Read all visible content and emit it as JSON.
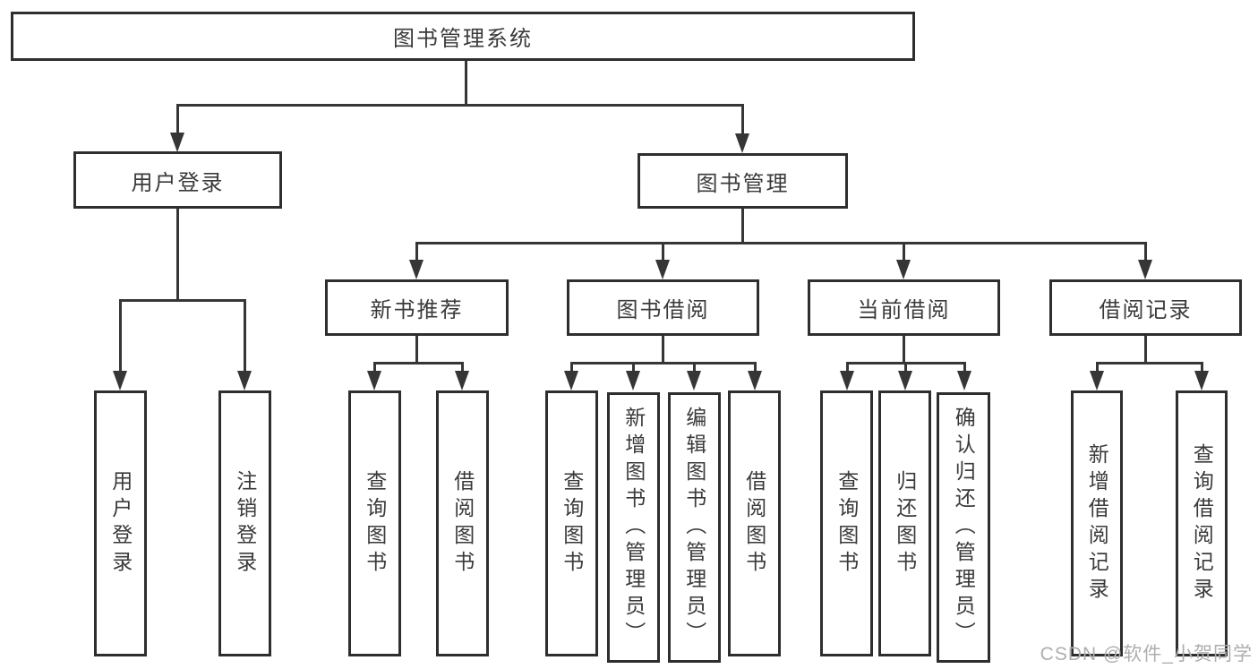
{
  "diagram": {
    "title": "图书管理系统",
    "branches": [
      {
        "label": "用户登录",
        "children": [
          {
            "label": "用户登录"
          },
          {
            "label": "注销登录"
          }
        ]
      },
      {
        "label": "图书管理",
        "children": [
          {
            "label": "新书推荐",
            "children": [
              {
                "label": "查询图书"
              },
              {
                "label": "借阅图书"
              }
            ]
          },
          {
            "label": "图书借阅",
            "children": [
              {
                "label": "查询图书"
              },
              {
                "label": "新增图书（管理员）"
              },
              {
                "label": "编辑图书（管理员）"
              },
              {
                "label": "借阅图书"
              }
            ]
          },
          {
            "label": "当前借阅",
            "children": [
              {
                "label": "查询图书"
              },
              {
                "label": "归还图书"
              },
              {
                "label": "确认归还（管理员）"
              }
            ]
          },
          {
            "label": "借阅记录",
            "children": [
              {
                "label": "新增借阅记录"
              },
              {
                "label": "查询借阅记录"
              }
            ]
          }
        ]
      }
    ]
  },
  "watermark": {
    "text": "CSDN @软件_小贺同学"
  },
  "colors": {
    "line": "#363636",
    "box_border": "#2e2e2e",
    "text": "#3a3a3a",
    "watermark": "#aeaeae",
    "background": "#ffffff"
  }
}
